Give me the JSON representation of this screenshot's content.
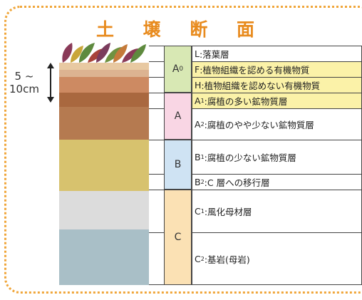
{
  "title": "土 壌 断 面",
  "depth_label": [
    "5 ~",
    "10cm"
  ],
  "horizons": [
    {
      "id": "A0",
      "label": "A",
      "subscript": "0",
      "color": "#d8e8b4"
    },
    {
      "id": "A",
      "label": "A",
      "subscript": "",
      "color": "#f9d6e4"
    },
    {
      "id": "B",
      "label": "B",
      "subscript": "",
      "color": "#cfe3f3"
    },
    {
      "id": "C",
      "label": "C",
      "subscript": "",
      "color": "#fbe1b4"
    }
  ],
  "sublayers": [
    {
      "prefix": "L",
      "sub": "",
      "text": ":落葉層",
      "highlight": false
    },
    {
      "prefix": "F",
      "sub": "",
      "text": ":植物組織を認める有機物質",
      "highlight": true
    },
    {
      "prefix": "H",
      "sub": "",
      "text": ":植物組織を認めない有機物質",
      "highlight": true
    },
    {
      "prefix": "A",
      "sub": "1",
      "text": ":腐植の多い鉱物質層",
      "highlight": true
    },
    {
      "prefix": "A",
      "sub": "2",
      "text": ":腐植のやや少ない鉱物質層",
      "highlight": false
    },
    {
      "prefix": "B",
      "sub": "1",
      "text": ":腐植の少ない鉱物質層",
      "highlight": false
    },
    {
      "prefix": "B",
      "sub": "2",
      "text": ":C 層への移行層",
      "highlight": false
    },
    {
      "prefix": "C",
      "sub": "1",
      "text": ":風化母材層",
      "highlight": false
    },
    {
      "prefix": "C",
      "sub": "2",
      "text": ":基岩(母岩)",
      "highlight": false
    }
  ],
  "colors": {
    "accent": "#e88b1e",
    "highlight": "#fbf2a8",
    "soil_litter": "#e8c9a2",
    "soil_f": "#d9a07a",
    "soil_h": "#cd8a62",
    "soil_a": "#b57247",
    "soil_b": "#d7c26e",
    "soil_c1": "#dcdcdc",
    "soil_c2": "#a9bfc7"
  }
}
